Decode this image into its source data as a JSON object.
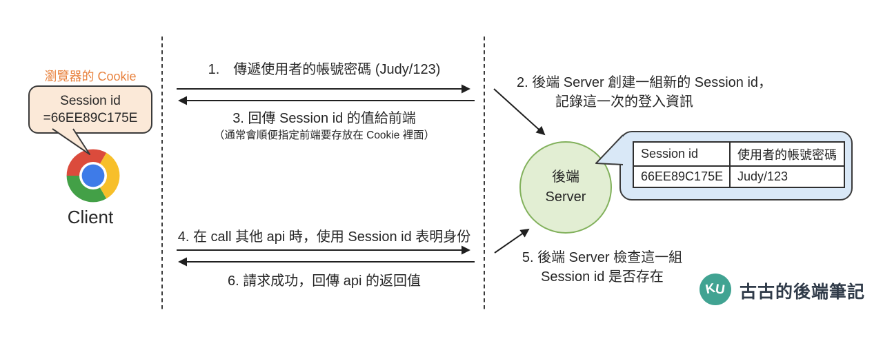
{
  "client": {
    "cookie_label": "瀏覽器的 Cookie",
    "cookie_label_color": "#E8823E",
    "bubble": {
      "line1": "Session id",
      "line2": "=66EE89C175E",
      "fill": "#FBE9D8",
      "border": "#3A3A3A"
    },
    "browser_icon": "chrome-icon",
    "label": "Client"
  },
  "messages": {
    "step1": "1.　傳遞使用者的帳號密碼 (Judy/123)",
    "step3_line1": "3. 回傳 Session id 的值給前端",
    "step3_line2": "（通常會順便指定前端要存放在 Cookie 裡面）",
    "step4": "4. 在 call 其他 api 時，使用 Session id 表明身份",
    "step6": "6. 請求成功，回傳 api 的返回值"
  },
  "server": {
    "step2_line1": "2. 後端 Server 創建一組新的 Session id，",
    "step2_line2": "記錄這一次的登入資訊",
    "circle": {
      "line1": "後端",
      "line2": "Server",
      "fill": "#E2EED3",
      "border": "#82B15C"
    },
    "step5_line1": "5. 後端 Server 檢查這一組",
    "step5_line2": "Session id 是否存在",
    "store_bubble": {
      "fill": "#D9E8F7",
      "border": "#3A3A3A"
    },
    "session_table": {
      "headers": [
        "Session id",
        "使用者的帳號密碼"
      ],
      "rows": [
        [
          "66EE89C175E",
          "Judy/123"
        ]
      ]
    }
  },
  "branding": {
    "monogram_k": "K",
    "monogram_u": "U",
    "name": "古古的後端筆記",
    "logo_color": "#41A392",
    "name_color": "#303B49"
  },
  "chrome_icon_colors": {
    "red": "#DB4B3C",
    "green": "#43A047",
    "yellow": "#F7BF2A",
    "blue": "#3E7BE8"
  }
}
